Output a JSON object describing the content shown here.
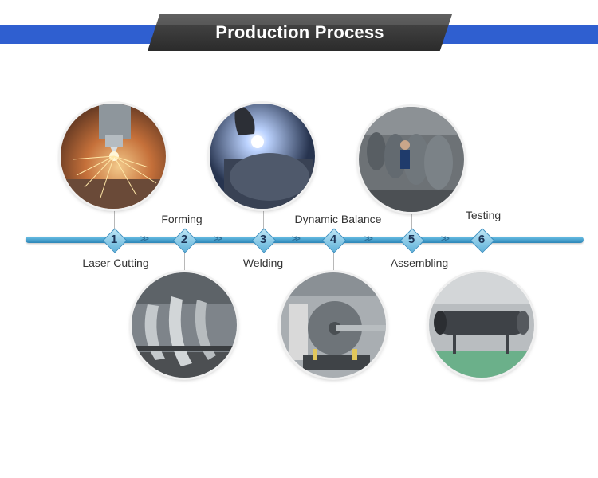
{
  "header": {
    "title": "Production Process"
  },
  "steps": [
    {
      "number": "1",
      "label": "Laser Cutting"
    },
    {
      "number": "2",
      "label": "Forming"
    },
    {
      "number": "3",
      "label": "Welding"
    },
    {
      "number": "4",
      "label": "Dynamic Balance"
    },
    {
      "number": "5",
      "label": "Assembling"
    },
    {
      "number": "6",
      "label": "Testing"
    }
  ],
  "timeline": {
    "arrow_glyph": ">>"
  },
  "colors": {
    "band": "#2f5fd0",
    "title_plate": "#2b2b2b",
    "timeline": "#2d86b8"
  }
}
